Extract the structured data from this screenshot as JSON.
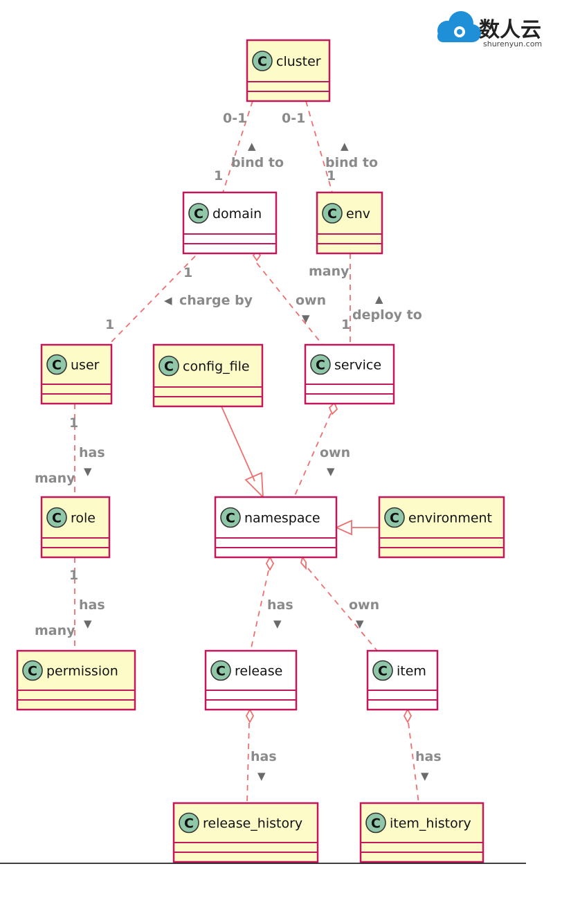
{
  "logo": {
    "name": "数人云",
    "site": "shurenyun.com",
    "color": "#1f8fd8"
  },
  "colors": {
    "box_stroke": "#c2185b",
    "yellow_fill": "#fdfbc8",
    "white_fill": "#ffffff",
    "edge": "#ef6f6f",
    "label": "#8a8a8a",
    "badge": "#8fc7a8"
  },
  "classes": {
    "cluster": "cluster",
    "domain": "domain",
    "env": "env",
    "user": "user",
    "config_file": "config_file",
    "service": "service",
    "role": "role",
    "namespace": "namespace",
    "environment": "environment",
    "permission": "permission",
    "release": "release",
    "item": "item",
    "release_history": "release_history",
    "item_history": "item_history"
  },
  "badge_letter": "C",
  "relations": {
    "cluster_domain": {
      "label": "bind to",
      "from_mult": "0-1",
      "to_mult": "1"
    },
    "cluster_env": {
      "label": "bind to",
      "from_mult": "0-1",
      "to_mult": "1"
    },
    "domain_user": {
      "label": "charge by",
      "from_mult": "1",
      "to_mult": "1"
    },
    "domain_service": {
      "label": "own"
    },
    "env_service": {
      "label": "deploy to",
      "from_mult": "many",
      "to_mult": "1"
    },
    "user_role": {
      "label": "has",
      "from_mult": "1",
      "to_mult": "many"
    },
    "service_namespace": {
      "label": "own"
    },
    "role_permission": {
      "label": "has",
      "from_mult": "1",
      "to_mult": "many"
    },
    "namespace_release": {
      "label": "has"
    },
    "namespace_item": {
      "label": "own"
    },
    "release_history": {
      "label": "has"
    },
    "item_history": {
      "label": "has"
    }
  },
  "arrows": {
    "up": "▲",
    "down": "▼",
    "left": "◀"
  }
}
